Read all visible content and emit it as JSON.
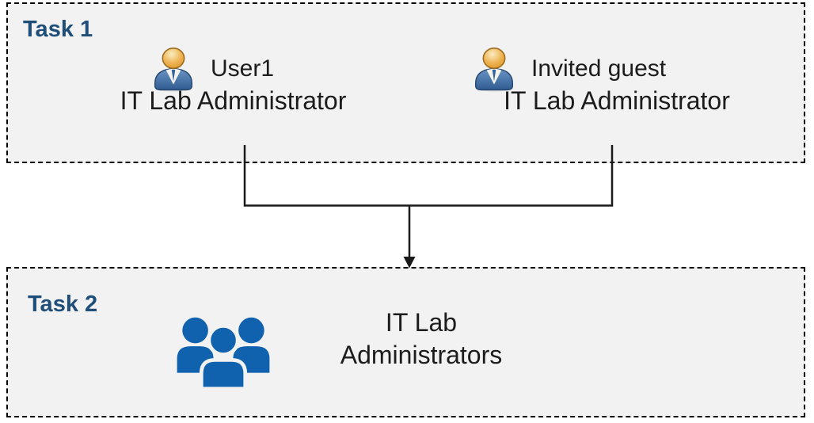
{
  "colors": {
    "task_label": "#1f4e79",
    "box_background": "#f2f2f2",
    "box_border": "#000000",
    "body_text": "#1c1c1c",
    "group_icon_blue": "#1061ae",
    "person_body_blue": "#3b6ea5",
    "person_head_gold": "#e8a741",
    "connector": "#1a1a1a"
  },
  "task1": {
    "label": "Task 1",
    "users": [
      {
        "name": "User1",
        "role": "IT Lab Administrator",
        "icon": "person-icon"
      },
      {
        "name": "Invited guest",
        "role": "IT Lab Administrator",
        "icon": "person-icon"
      }
    ]
  },
  "task2": {
    "label": "Task 2",
    "group": {
      "name": "IT Lab Administrators",
      "icon": "people-group-icon"
    }
  },
  "connector": {
    "description": "lines from User1 and Invited guest merge into an arrow pointing to IT Lab Administrators"
  }
}
